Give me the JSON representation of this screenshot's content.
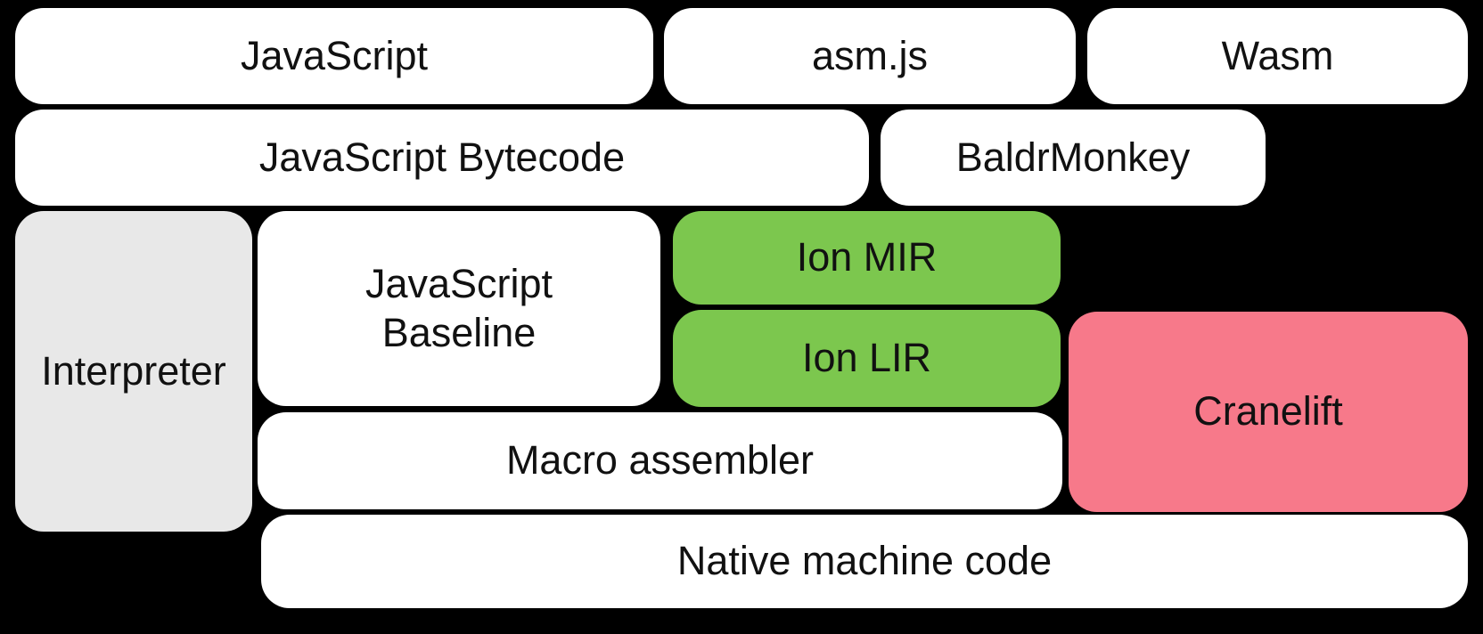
{
  "diagram": {
    "description": "Compiler pipeline block diagram",
    "background": "#000000",
    "text_color": "#111111",
    "colors": {
      "default_box": "#ffffff",
      "interpreter_gray": "#e8e8e8",
      "ion_green": "#7cc74e",
      "cranelift_pink": "#f7798a"
    },
    "nodes": {
      "javascript": {
        "label": "JavaScript",
        "fill": "#ffffff"
      },
      "asmjs": {
        "label": "asm.js",
        "fill": "#ffffff"
      },
      "wasm": {
        "label": "Wasm",
        "fill": "#ffffff"
      },
      "js_bytecode": {
        "label": "JavaScript Bytecode",
        "fill": "#ffffff"
      },
      "baldrmonkey": {
        "label": "BaldrMonkey",
        "fill": "#ffffff"
      },
      "interpreter": {
        "label": "Interpreter",
        "fill": "#e8e8e8"
      },
      "js_baseline": {
        "label": "JavaScript Baseline",
        "fill": "#ffffff"
      },
      "ion_mir": {
        "label": "Ion MIR",
        "fill": "#7cc74e"
      },
      "ion_lir": {
        "label": "Ion LIR",
        "fill": "#7cc74e"
      },
      "cranelift": {
        "label": "Cranelift",
        "fill": "#f7798a"
      },
      "macro_assembler": {
        "label": "Macro assembler",
        "fill": "#ffffff"
      },
      "native_machine_code": {
        "label": "Native machine code",
        "fill": "#ffffff"
      }
    }
  }
}
